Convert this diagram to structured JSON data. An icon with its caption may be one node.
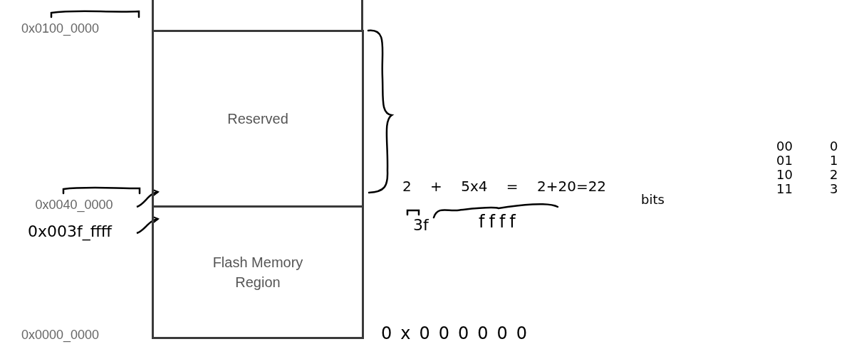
{
  "diagram": {
    "nodes": [
      {
        "text": [
          "Reserved"
        ]
      },
      {
        "text": [
          "Flash Memory Region"
        ]
      },
      {
        "text": [
          "0x0040_0000"
        ]
      },
      {
        "text": [
          "0x003f_ffff"
        ]
      }
    ],
    "edges": [
      {
        "from": 2,
        "to": 0,
        "arrow": "to"
      },
      {
        "from": 3,
        "to": 1,
        "arrow": "to"
      }
    ],
    "labels": [
      "0x0100_0000",
      "0x0000_0000",
      "2 + 5x4 = 2+20=22",
      "bits",
      "3f",
      "ffff",
      "0x000000",
      "00",
      "0",
      "01",
      "1",
      "10",
      "2",
      "11",
      "3"
    ]
  }
}
